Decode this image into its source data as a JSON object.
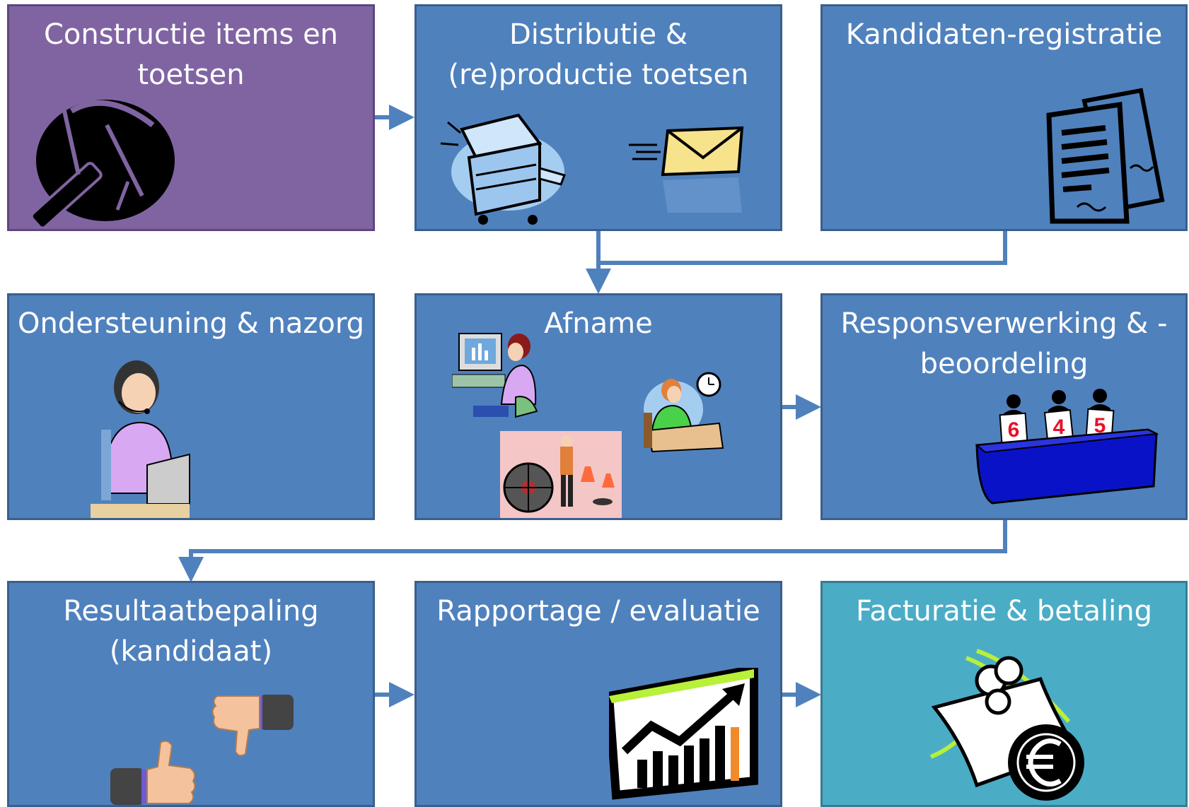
{
  "steps": {
    "construction": {
      "title": "Constructie items en toetsen",
      "icon": "tools-icon"
    },
    "distribution": {
      "title": "Distributie & (re)productie toetsen",
      "icons": [
        "copier-icon",
        "envelope-icon"
      ]
    },
    "registration": {
      "title": "Kandidaten-registratie",
      "icon": "document-icon"
    },
    "support": {
      "title": "Ondersteuning & nazorg",
      "icon": "helpdesk-operator-icon"
    },
    "administration": {
      "title": "Afname",
      "icons": [
        "computer-test-taker-icon",
        "exam-taker-clock-icon",
        "practical-exam-icon"
      ]
    },
    "response": {
      "title": "Responsverwerking & -beoordeling",
      "icon": "judges-panel-icon",
      "scores": [
        "6",
        "4",
        "5"
      ]
    },
    "result": {
      "title": "Resultaatbepaling (kandidaat)",
      "icons": [
        "thumbs-down-icon",
        "thumbs-up-icon"
      ]
    },
    "reporting": {
      "title": "Rapportage / evaluatie",
      "icon": "rising-chart-icon"
    },
    "invoicing": {
      "title": "Facturatie & betaling",
      "icon": "euro-money-icon"
    }
  },
  "colors": {
    "step": "#4f81bd",
    "construction": "#8064a2",
    "invoicing": "#4bacc6",
    "connector": "#4f81bd"
  }
}
